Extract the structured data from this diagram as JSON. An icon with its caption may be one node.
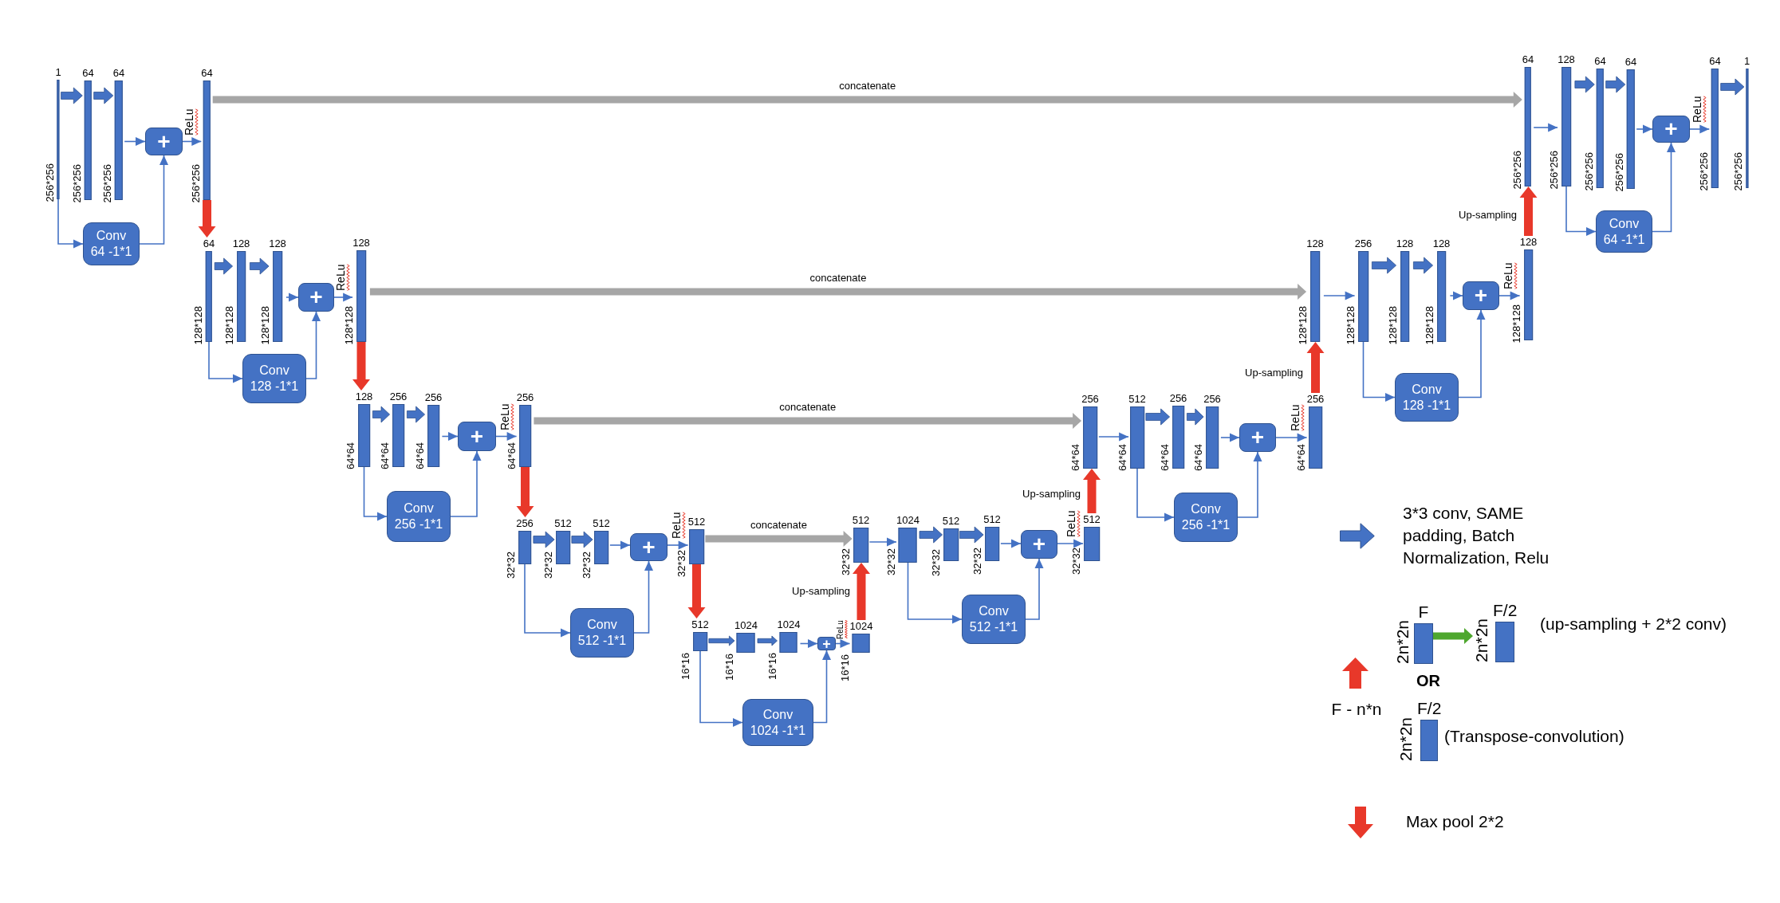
{
  "diagram": {
    "nodes": [
      {
        "text": [
          "1"
        ],
        "beside": [
          "256*256"
        ]
      },
      {
        "text": [
          "64"
        ],
        "beside": [
          "256*256"
        ]
      },
      {
        "text": [
          "64"
        ],
        "beside": [
          "256*256"
        ]
      },
      {
        "text": [
          "+"
        ]
      },
      {
        "text": [
          "64"
        ],
        "beside": [
          "256*256"
        ]
      },
      {
        "text": [
          "Conv 64 -1*1"
        ]
      },
      {
        "text": [
          "64"
        ],
        "beside": [
          "128*128"
        ]
      },
      {
        "text": [
          "128"
        ],
        "beside": [
          "128*128"
        ]
      },
      {
        "text": [
          "128"
        ],
        "beside": [
          "128*128"
        ]
      },
      {
        "text": [
          "+"
        ]
      },
      {
        "text": [
          "128"
        ],
        "beside": [
          "128*128"
        ]
      },
      {
        "text": [
          "Conv 128 -1*1"
        ]
      },
      {
        "text": [
          "128"
        ],
        "beside": [
          "64*64"
        ]
      },
      {
        "text": [
          "256"
        ],
        "beside": [
          "64*64"
        ]
      },
      {
        "text": [
          "256"
        ],
        "beside": [
          "64*64"
        ]
      },
      {
        "text": [
          "+"
        ]
      },
      {
        "text": [
          "256"
        ],
        "beside": [
          "64*64"
        ]
      },
      {
        "text": [
          "Conv 256 -1*1"
        ]
      },
      {
        "text": [
          "256"
        ],
        "beside": [
          "32*32"
        ]
      },
      {
        "text": [
          "512"
        ],
        "beside": [
          "32*32"
        ]
      },
      {
        "text": [
          "512"
        ],
        "beside": [
          "32*32"
        ]
      },
      {
        "text": [
          "+"
        ]
      },
      {
        "text": [
          "512"
        ],
        "beside": [
          "32*32"
        ]
      },
      {
        "text": [
          "Conv 512 -1*1"
        ]
      },
      {
        "text": [
          "512"
        ],
        "beside": [
          "16*16"
        ]
      },
      {
        "text": [
          "1024"
        ],
        "beside": [
          "16*16"
        ]
      },
      {
        "text": [
          "1024"
        ],
        "beside": [
          "16*16"
        ]
      },
      {
        "text": [
          "+"
        ]
      },
      {
        "text": [
          "1024"
        ],
        "beside": [
          "16*16"
        ]
      },
      {
        "text": [
          "Conv 1024 -1*1"
        ]
      },
      {
        "text": [
          "512"
        ],
        "beside": [
          "32*32"
        ]
      },
      {
        "text": [
          "1024"
        ],
        "beside": [
          "32*32"
        ]
      },
      {
        "text": [
          "512"
        ],
        "beside": [
          "32*32"
        ]
      },
      {
        "text": [
          "512"
        ],
        "beside": [
          "32*32"
        ]
      },
      {
        "text": [
          "+"
        ]
      },
      {
        "text": [
          "512"
        ],
        "beside": [
          "32*32"
        ]
      },
      {
        "text": [
          "Conv 512 -1*1"
        ]
      },
      {
        "text": [
          "256"
        ],
        "beside": [
          "64*64"
        ]
      },
      {
        "text": [
          "512"
        ],
        "beside": [
          "64*64"
        ]
      },
      {
        "text": [
          "256"
        ],
        "beside": [
          "64*64"
        ]
      },
      {
        "text": [
          "256"
        ],
        "beside": [
          "64*64"
        ]
      },
      {
        "text": [
          "+"
        ]
      },
      {
        "text": [
          "256"
        ],
        "beside": [
          "64*64"
        ]
      },
      {
        "text": [
          "Conv 256 -1*1"
        ]
      },
      {
        "text": [
          "128"
        ],
        "beside": [
          "128*128"
        ]
      },
      {
        "text": [
          "256"
        ],
        "beside": [
          "128*128"
        ]
      },
      {
        "text": [
          "128"
        ],
        "beside": [
          "128*128"
        ]
      },
      {
        "text": [
          "128"
        ],
        "beside": [
          "128*128"
        ]
      },
      {
        "text": [
          "+"
        ]
      },
      {
        "text": [
          "128"
        ],
        "beside": [
          "128*128"
        ]
      },
      {
        "text": [
          "Conv 128 -1*1"
        ]
      },
      {
        "text": [
          "64"
        ],
        "beside": [
          "256*256"
        ]
      },
      {
        "text": [
          "128"
        ],
        "beside": [
          "256*256"
        ]
      },
      {
        "text": [
          "64"
        ],
        "beside": [
          "256*256"
        ]
      },
      {
        "text": [
          "64"
        ],
        "beside": [
          "256*256"
        ]
      },
      {
        "text": [
          "+"
        ]
      },
      {
        "text": [
          "64"
        ],
        "beside": [
          "256*256"
        ]
      },
      {
        "text": [
          "1"
        ],
        "beside": [
          "256*256"
        ]
      },
      {
        "text": [
          "Conv 64 -1*1"
        ]
      },
      {
        "text": [
          "F"
        ],
        "beside": [
          "2n*2n"
        ]
      },
      {
        "text": [
          "F/2"
        ],
        "beside": [
          "2n*2n"
        ]
      },
      {
        "text": [
          "F/2"
        ],
        "beside": [
          "2n*2n"
        ]
      }
    ],
    "edges": [
      {
        "from": 0,
        "to": 1,
        "arrow": "to",
        "style": "thick"
      },
      {
        "from": 1,
        "to": 2,
        "arrow": "to",
        "style": "thick"
      },
      {
        "from": 2,
        "to": 3,
        "arrow": "to"
      },
      {
        "from": 3,
        "to": 4,
        "arrow": "to",
        "label": "ReLu"
      },
      {
        "from": 0,
        "to": 5,
        "arrow": "to"
      },
      {
        "from": 5,
        "to": 3,
        "arrow": "to"
      },
      {
        "from": 4,
        "to": 51,
        "arrow": "to",
        "label": "concatenate",
        "style": "thick",
        "color": "#a6a6a6"
      },
      {
        "from": 4,
        "to": 6,
        "arrow": "to",
        "style": "thick",
        "color": "#e8382a"
      },
      {
        "from": 6,
        "to": 7,
        "arrow": "to",
        "style": "thick"
      },
      {
        "from": 7,
        "to": 8,
        "arrow": "to",
        "style": "thick"
      },
      {
        "from": 8,
        "to": 9,
        "arrow": "to"
      },
      {
        "from": 9,
        "to": 10,
        "arrow": "to",
        "label": "ReLu"
      },
      {
        "from": 6,
        "to": 11,
        "arrow": "to"
      },
      {
        "from": 11,
        "to": 9,
        "arrow": "to"
      },
      {
        "from": 10,
        "to": 44,
        "arrow": "to",
        "label": "concatenate",
        "style": "thick",
        "color": "#a6a6a6"
      },
      {
        "from": 10,
        "to": 12,
        "arrow": "to",
        "style": "thick",
        "color": "#e8382a"
      },
      {
        "from": 12,
        "to": 13,
        "arrow": "to",
        "style": "thick"
      },
      {
        "from": 13,
        "to": 14,
        "arrow": "to",
        "style": "thick"
      },
      {
        "from": 14,
        "to": 15,
        "arrow": "to"
      },
      {
        "from": 15,
        "to": 16,
        "arrow": "to",
        "label": "ReLu"
      },
      {
        "from": 12,
        "to": 17,
        "arrow": "to"
      },
      {
        "from": 17,
        "to": 15,
        "arrow": "to"
      },
      {
        "from": 16,
        "to": 37,
        "arrow": "to",
        "label": "concatenate",
        "style": "thick",
        "color": "#a6a6a6"
      },
      {
        "from": 16,
        "to": 18,
        "arrow": "to",
        "style": "thick",
        "color": "#e8382a"
      },
      {
        "from": 18,
        "to": 19,
        "arrow": "to",
        "style": "thick"
      },
      {
        "from": 19,
        "to": 20,
        "arrow": "to",
        "style": "thick"
      },
      {
        "from": 20,
        "to": 21,
        "arrow": "to"
      },
      {
        "from": 21,
        "to": 22,
        "arrow": "to",
        "label": "ReLu"
      },
      {
        "from": 18,
        "to": 23,
        "arrow": "to"
      },
      {
        "from": 23,
        "to": 21,
        "arrow": "to"
      },
      {
        "from": 22,
        "to": 30,
        "arrow": "to",
        "label": "concatenate",
        "style": "thick",
        "color": "#a6a6a6"
      },
      {
        "from": 22,
        "to": 24,
        "arrow": "to",
        "style": "thick",
        "color": "#e8382a"
      },
      {
        "from": 24,
        "to": 25,
        "arrow": "to",
        "style": "thick"
      },
      {
        "from": 25,
        "to": 26,
        "arrow": "to",
        "style": "thick"
      },
      {
        "from": 26,
        "to": 27,
        "arrow": "to"
      },
      {
        "from": 27,
        "to": 28,
        "arrow": "to",
        "label": "ReLu"
      },
      {
        "from": 24,
        "to": 29,
        "arrow": "to"
      },
      {
        "from": 29,
        "to": 27,
        "arrow": "to"
      },
      {
        "from": 28,
        "to": 30,
        "arrow": "to",
        "label": "Up-sampling",
        "style": "thick",
        "color": "#e8382a"
      },
      {
        "from": 30,
        "to": 31,
        "arrow": "to"
      },
      {
        "from": 31,
        "to": 32,
        "arrow": "to",
        "style": "thick"
      },
      {
        "from": 32,
        "to": 33,
        "arrow": "to",
        "style": "thick"
      },
      {
        "from": 33,
        "to": 34,
        "arrow": "to"
      },
      {
        "from": 34,
        "to": 35,
        "arrow": "to",
        "label": "ReLu"
      },
      {
        "from": 31,
        "to": 36,
        "arrow": "to"
      },
      {
        "from": 36,
        "to": 34,
        "arrow": "to"
      },
      {
        "from": 35,
        "to": 37,
        "arrow": "to",
        "label": "Up-sampling",
        "style": "thick",
        "color": "#e8382a"
      },
      {
        "from": 37,
        "to": 38,
        "arrow": "to"
      },
      {
        "from": 38,
        "to": 39,
        "arrow": "to",
        "style": "thick"
      },
      {
        "from": 39,
        "to": 40,
        "arrow": "to",
        "style": "thick"
      },
      {
        "from": 40,
        "to": 41,
        "arrow": "to"
      },
      {
        "from": 41,
        "to": 42,
        "arrow": "to",
        "label": "ReLu"
      },
      {
        "from": 38,
        "to": 43,
        "arrow": "to"
      },
      {
        "from": 43,
        "to": 41,
        "arrow": "to"
      },
      {
        "from": 42,
        "to": 44,
        "arrow": "to",
        "label": "Up-sampling",
        "style": "thick",
        "color": "#e8382a"
      },
      {
        "from": 44,
        "to": 45,
        "arrow": "to"
      },
      {
        "from": 45,
        "to": 46,
        "arrow": "to",
        "style": "thick"
      },
      {
        "from": 46,
        "to": 47,
        "arrow": "to",
        "style": "thick"
      },
      {
        "from": 47,
        "to": 48,
        "arrow": "to"
      },
      {
        "from": 48,
        "to": 49,
        "arrow": "to",
        "label": "ReLu"
      },
      {
        "from": 45,
        "to": 50,
        "arrow": "to"
      },
      {
        "from": 50,
        "to": 48,
        "arrow": "to"
      },
      {
        "from": 49,
        "to": 51,
        "arrow": "to",
        "label": "Up-sampling",
        "style": "thick",
        "color": "#e8382a"
      },
      {
        "from": 51,
        "to": 52,
        "arrow": "to"
      },
      {
        "from": 52,
        "to": 53,
        "arrow": "to",
        "style": "thick"
      },
      {
        "from": 53,
        "to": 54,
        "arrow": "to",
        "style": "thick"
      },
      {
        "from": 54,
        "to": 55,
        "arrow": "to"
      },
      {
        "from": 55,
        "to": 56,
        "arrow": "to",
        "label": "ReLu"
      },
      {
        "from": 52,
        "to": 58,
        "arrow": "to"
      },
      {
        "from": 58,
        "to": 55,
        "arrow": "to"
      },
      {
        "from": 56,
        "to": 57,
        "arrow": "to",
        "style": "thick"
      },
      {
        "from": 59,
        "to": 60,
        "arrow": "to",
        "style": "thick",
        "color": "#4ea72e"
      }
    ],
    "labels": [
      "(up-sampling + 2*2 conv)",
      "OR",
      "(Transpose-convolution)"
    ],
    "legend": [
      {
        "text": "3*3 conv, SAME padding, Batch Normalization, Relu"
      },
      {
        "text": "F - n*n"
      },
      {
        "text": "Max pool 2*2"
      }
    ]
  }
}
